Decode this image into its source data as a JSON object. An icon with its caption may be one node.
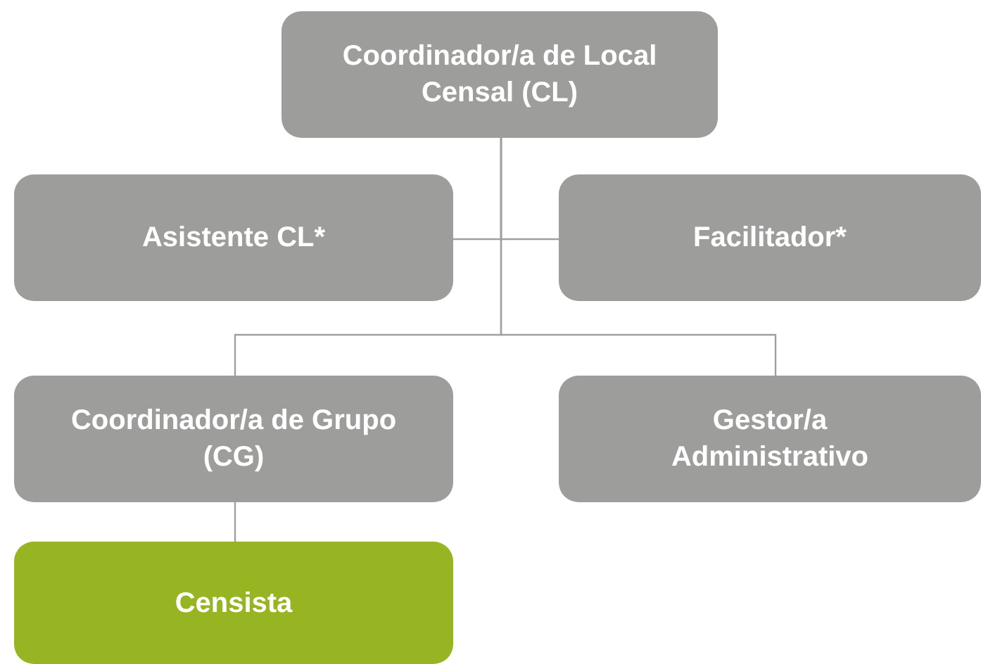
{
  "diagram": {
    "nodes": [
      {
        "text": [
          "Coordinador/a de Local Censal (CL)"
        ]
      },
      {
        "text": [
          "Asistente CL*"
        ]
      },
      {
        "text": [
          "Facilitador*"
        ]
      },
      {
        "text": [
          "Coordinador/a de Grupo (CG)"
        ]
      },
      {
        "text": [
          "Gestor/a Administrativo"
        ]
      },
      {
        "text": [
          "Censista"
        ]
      }
    ],
    "edges": [
      {
        "from": 0,
        "to": 1,
        "arrow": "none"
      },
      {
        "from": 0,
        "to": 2,
        "arrow": "none"
      },
      {
        "from": 0,
        "to": 3,
        "arrow": "none"
      },
      {
        "from": 0,
        "to": 4,
        "arrow": "none"
      },
      {
        "from": 3,
        "to": 5,
        "arrow": "none"
      }
    ]
  }
}
